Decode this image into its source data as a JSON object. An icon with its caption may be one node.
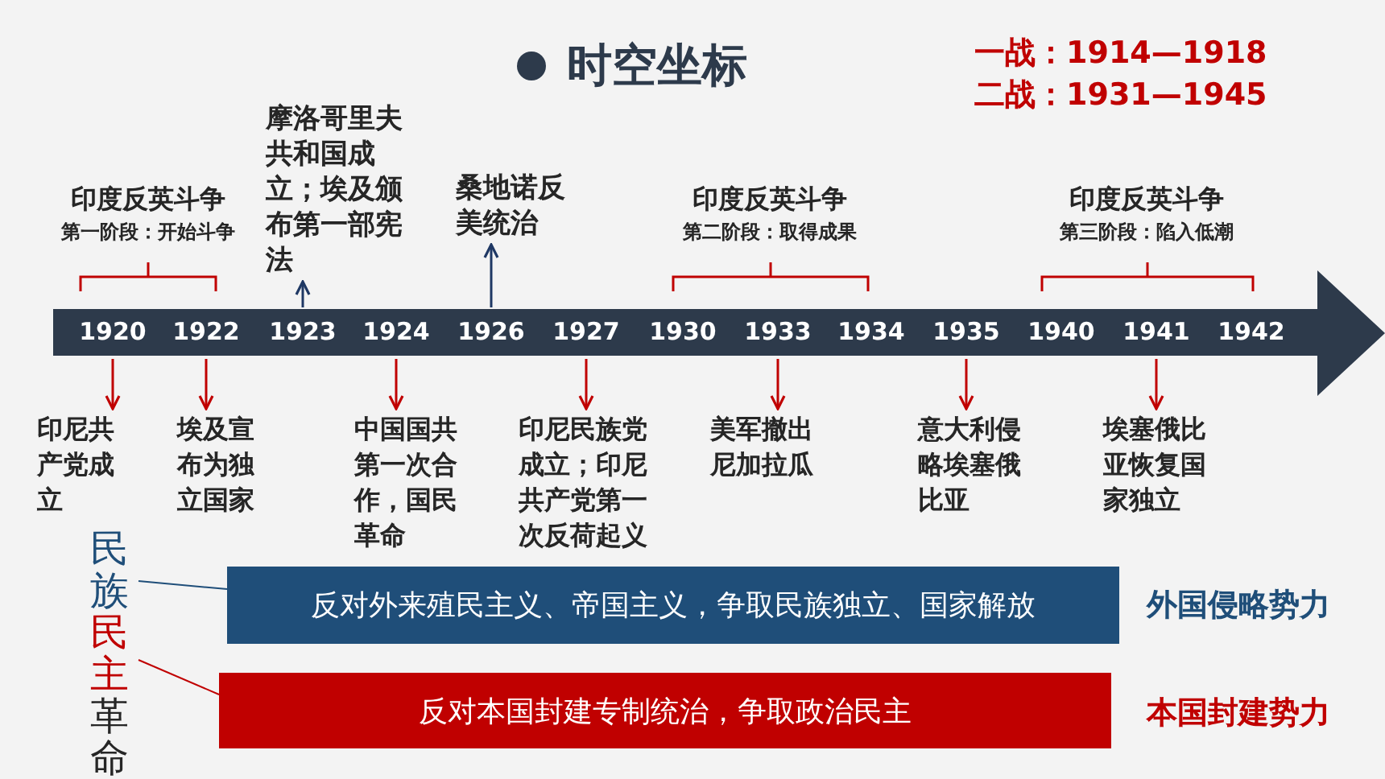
{
  "diagram": {
    "title": "时空坐标",
    "nodes": [
      {
        "text": [
          "摩洛哥里夫共和国成立；埃及颁布第一部宪法"
        ]
      },
      {
        "text": [
          "桑地诺反美统治"
        ]
      },
      {
        "text": [],
        "shape": "arrow"
      },
      {
        "text": [
          "1920"
        ],
        "in": 2
      },
      {
        "text": [
          "1922"
        ],
        "in": 2
      },
      {
        "text": [
          "1923"
        ],
        "in": 2
      },
      {
        "text": [
          "1924"
        ],
        "in": 2
      },
      {
        "text": [
          "1926"
        ],
        "in": 2
      },
      {
        "text": [
          "1927"
        ],
        "in": 2
      },
      {
        "text": [
          "1930"
        ],
        "in": 2
      },
      {
        "text": [
          "1933"
        ],
        "in": 2
      },
      {
        "text": [
          "1934"
        ],
        "in": 2
      },
      {
        "text": [
          "1935"
        ],
        "in": 2
      },
      {
        "text": [
          "1940"
        ],
        "in": 2
      },
      {
        "text": [
          "1941"
        ],
        "in": 2
      },
      {
        "text": [
          "1942"
        ],
        "in": 2
      },
      {
        "text": [
          "印尼共产党成立"
        ]
      },
      {
        "text": [
          "埃及宣布为独立国家"
        ]
      },
      {
        "text": [
          "中国国共第一次合作，国民革命"
        ]
      },
      {
        "text": [
          "印尼民族党成立；印尼共产党第一次反荷起义"
        ]
      },
      {
        "text": [
          "美军撤出尼加拉瓜"
        ]
      },
      {
        "text": [
          "意大利侵略埃塞俄比亚"
        ]
      },
      {
        "text": [
          "埃塞俄比亚恢复国家独立"
        ]
      },
      {
        "text": [
          "民族",
          "民主",
          "革命"
        ]
      },
      {
        "text": [
          "反对外来殖民主义、帝国主义，争取民族独立、国家解放"
        ],
        "beside": [
          "外国侵略势力"
        ]
      },
      {
        "text": [
          "反对本国封建专制统治，争取政治民主"
        ],
        "beside": [
          "本国封建势力"
        ]
      }
    ],
    "edges": [
      {
        "from": 5,
        "to": 0,
        "arrow": "to",
        "color": "#1f3864"
      },
      {
        "from": 7,
        "to": 1,
        "arrow": "to",
        "color": "#1f3864"
      },
      {
        "from": 3,
        "to": 16,
        "arrow": "to"
      },
      {
        "from": 4,
        "to": 17,
        "arrow": "to"
      },
      {
        "from": 6,
        "to": 18,
        "arrow": "to"
      },
      {
        "from": 8,
        "to": 19,
        "arrow": "to"
      },
      {
        "from": 10,
        "to": 20,
        "arrow": "to"
      },
      {
        "from": 12,
        "to": 21,
        "arrow": "to"
      },
      {
        "from": 14,
        "to": 22,
        "arrow": "to"
      },
      {
        "from": 23,
        "to": 24,
        "arrow": "none",
        "color": "#1f4e79"
      },
      {
        "from": 23,
        "to": 25,
        "arrow": "none"
      }
    ],
    "labels": [
      "一战：1914—1918",
      "二战：1931—1945",
      "印度反英斗争",
      "第一阶段：开始斗争",
      "印度反英斗争",
      "第二阶段：取得成果",
      "印度反英斗争",
      "第三阶段：陷入低潮"
    ]
  }
}
